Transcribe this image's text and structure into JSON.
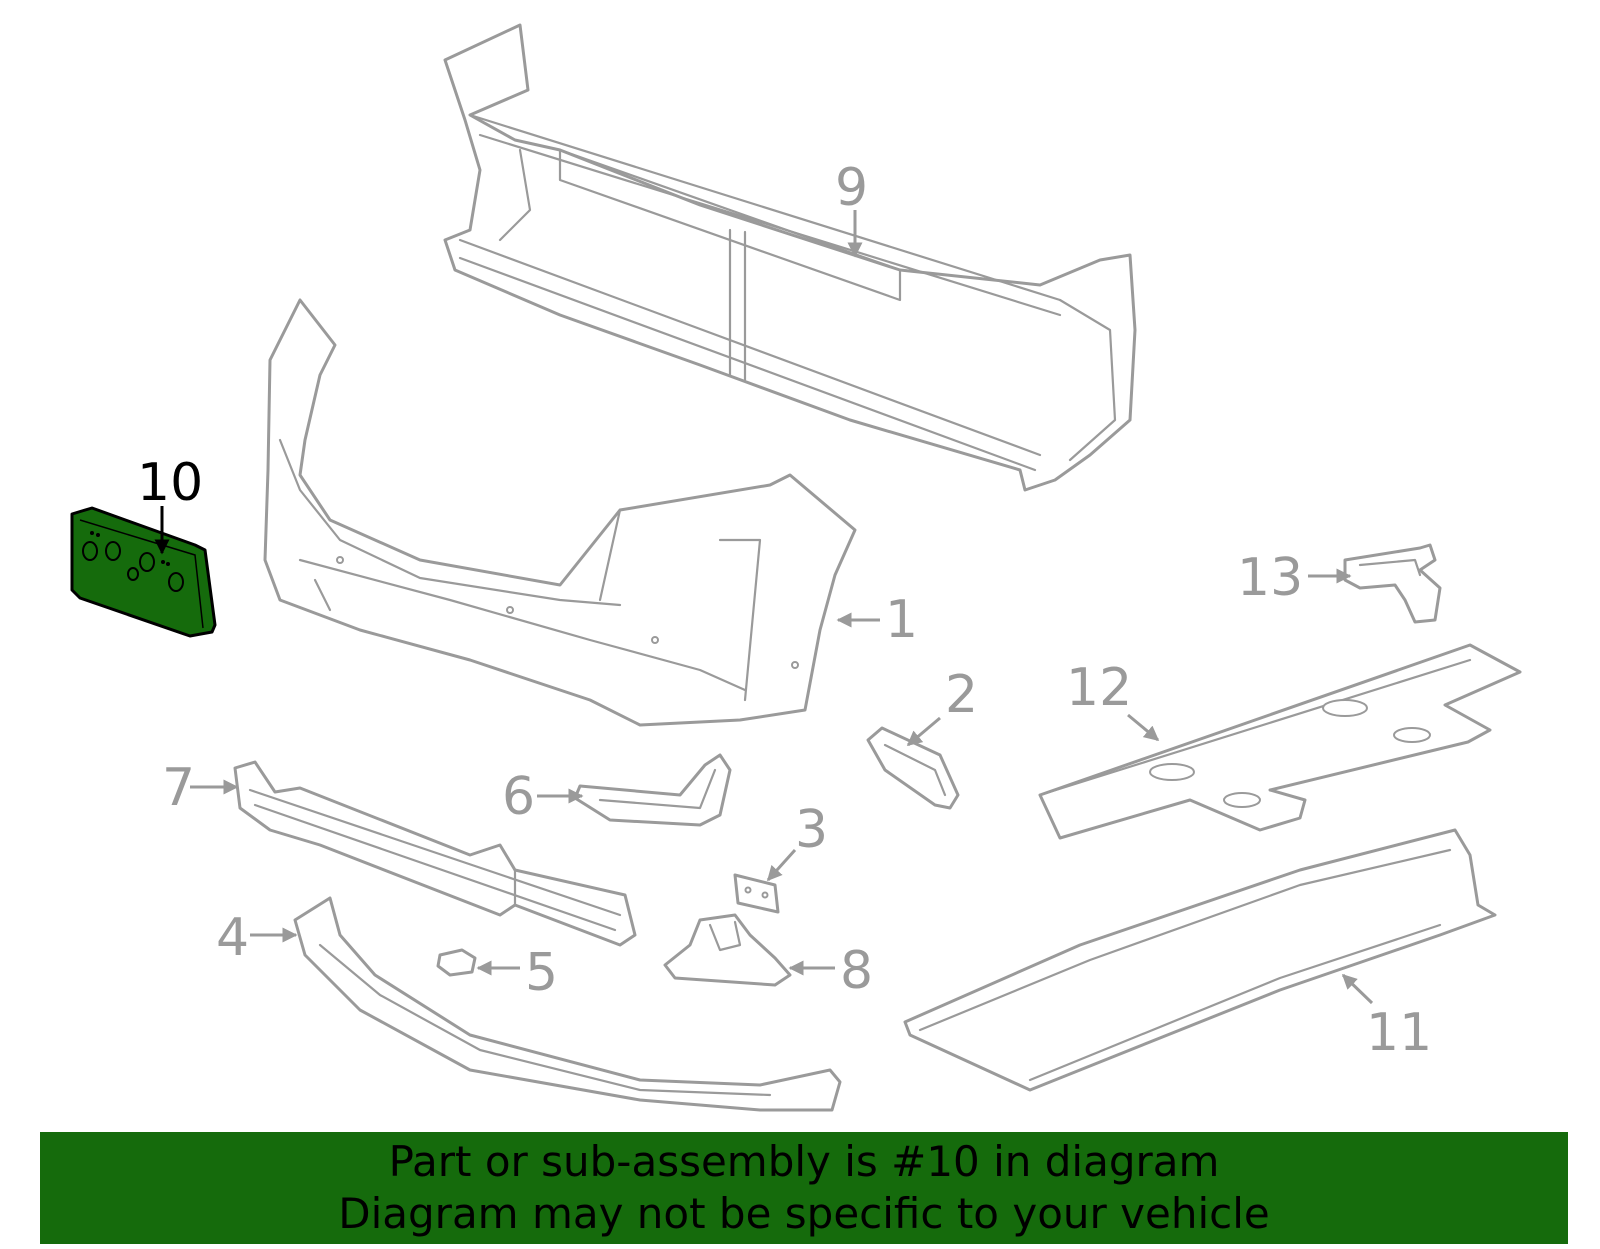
{
  "diagram": {
    "highlight_color": "#156b0c",
    "line_color": "#9a9a9a",
    "callouts": [
      "1",
      "2",
      "3",
      "4",
      "5",
      "6",
      "7",
      "8",
      "9",
      "10",
      "11",
      "12",
      "13"
    ],
    "highlighted_callout": "10"
  },
  "banner": {
    "line1": "Part or sub-assembly is #10 in diagram",
    "line2": "Diagram may not be specific to your vehicle",
    "background": "#156b0c"
  }
}
